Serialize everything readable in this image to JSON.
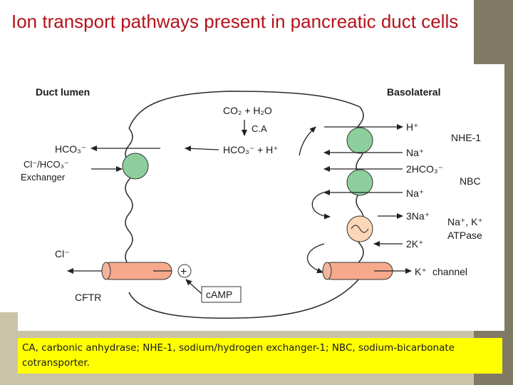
{
  "slide": {
    "title": "Ion transport pathways present in pancreatic duct cells",
    "caption": "CA, carbonic anhydrase; NHE-1, sodium/hydrogen exchanger-1; NBC, sodium-bicarbonate cotransporter."
  },
  "diagram": {
    "duct_lumen": "Duct lumen",
    "basolateral": "Basolateral",
    "co2_h2o": "CO₂ + H₂O",
    "ca": "C.A",
    "hco3_h_center": "HCO₃⁻ + H⁺",
    "hco3_lumen": "HCO₃⁻",
    "exchanger_line1": "Cl⁻/HCO₃⁻",
    "exchanger_line2": "Exchanger",
    "cl": "Cl⁻",
    "cftr": "CFTR",
    "camp": "cAMP",
    "plus": "+",
    "h_plus": "H⁺",
    "na_1": "Na⁺",
    "hco3_2": "2HCO₃⁻",
    "na_2": "Na⁺",
    "na3": "3Na⁺",
    "k2": "2K⁺",
    "k_plus": "K⁺",
    "nhe1": "NHE-1",
    "nbc": "NBC",
    "atpase_line1": "Na⁺, K⁺",
    "atpase_line2": "ATPase",
    "k_channel": "channel"
  },
  "colors": {
    "title": "#b5121b",
    "transporter_green": "#8dcf9c",
    "channel_salmon": "#f6a98b",
    "pump_orange": "#fbd7b8",
    "caption_bg": "#ffff00",
    "side_bar": "#807a64"
  }
}
